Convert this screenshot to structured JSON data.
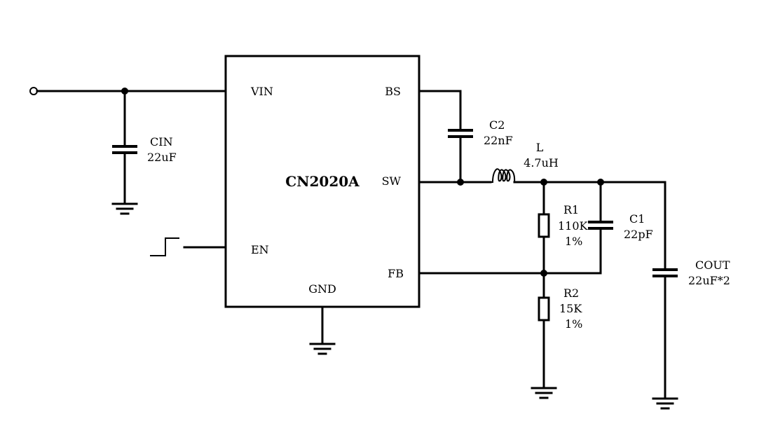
{
  "chip": {
    "name": "CN2020A",
    "pins": {
      "vin": "VIN",
      "bs": "BS",
      "sw": "SW",
      "en": "EN",
      "fb": "FB",
      "gnd": "GND"
    }
  },
  "components": {
    "cin": {
      "ref": "CIN",
      "value": "22uF"
    },
    "c2": {
      "ref": "C2",
      "value": "22nF"
    },
    "l": {
      "ref": "L",
      "value": "4.7uH"
    },
    "r1": {
      "ref": "R1",
      "value": "110K",
      "tolerance": "1%"
    },
    "c1": {
      "ref": "C1",
      "value": "22pF"
    },
    "r2": {
      "ref": "R2",
      "value": "15K",
      "tolerance": "1%"
    },
    "cout": {
      "ref": "COUT",
      "value": "22uF*2"
    }
  }
}
